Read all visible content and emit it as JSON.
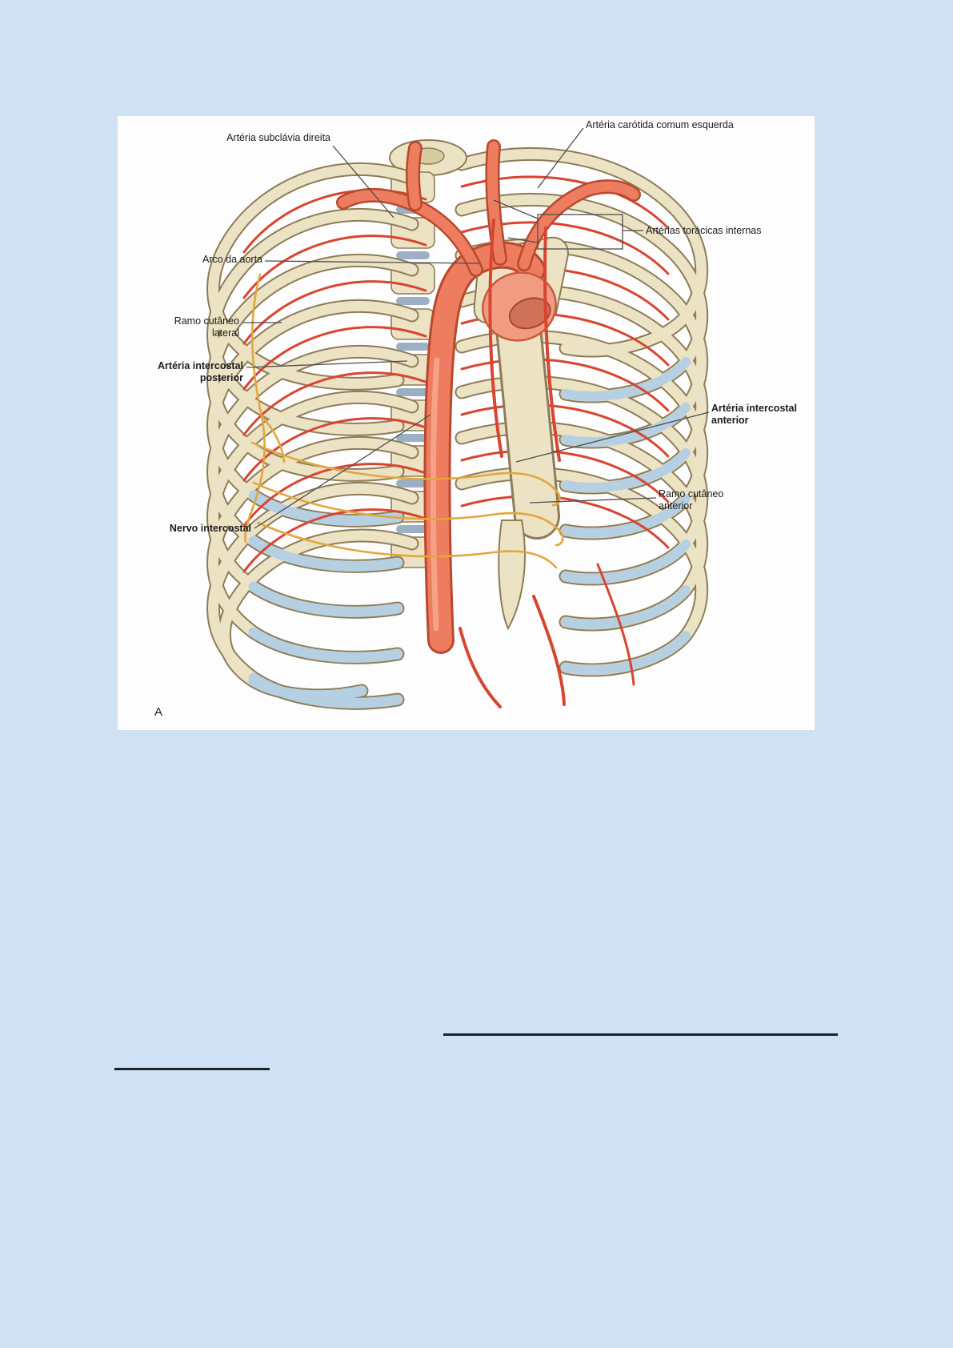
{
  "page": {
    "background_color": "#cfe1f2",
    "figure_background": "#fdfdfd"
  },
  "figure": {
    "panel_label": "A",
    "labels": {
      "subclavia": {
        "text": "Artéria subclávia direita"
      },
      "carotida": {
        "text": "Artéria carótida comum esquerda"
      },
      "toracicas": {
        "text": "Artérias torácicas internas"
      },
      "arco": {
        "text": "Arco da aorta"
      },
      "ramo_lateral": {
        "line1": "Ramo cutâneo",
        "line2": "lateral"
      },
      "art_posterior": {
        "line1": "Artéria intercostal",
        "line2": "posterior"
      },
      "art_anterior": {
        "line1": "Artéria intercostal",
        "line2": "anterior"
      },
      "ramo_anterior": {
        "line1": "Ramo cutâneo",
        "line2": "anterior"
      },
      "nervo": {
        "text": "Nervo intercostal"
      }
    },
    "colors": {
      "bone": "#ece2c4",
      "bone_outline": "#8e7c57",
      "cartilage": "#b5cfe3",
      "artery": "#d84531",
      "aorta": "#ee7c5f",
      "nerve": "#e2a63e",
      "leader_line": "#4d4d4d"
    }
  }
}
